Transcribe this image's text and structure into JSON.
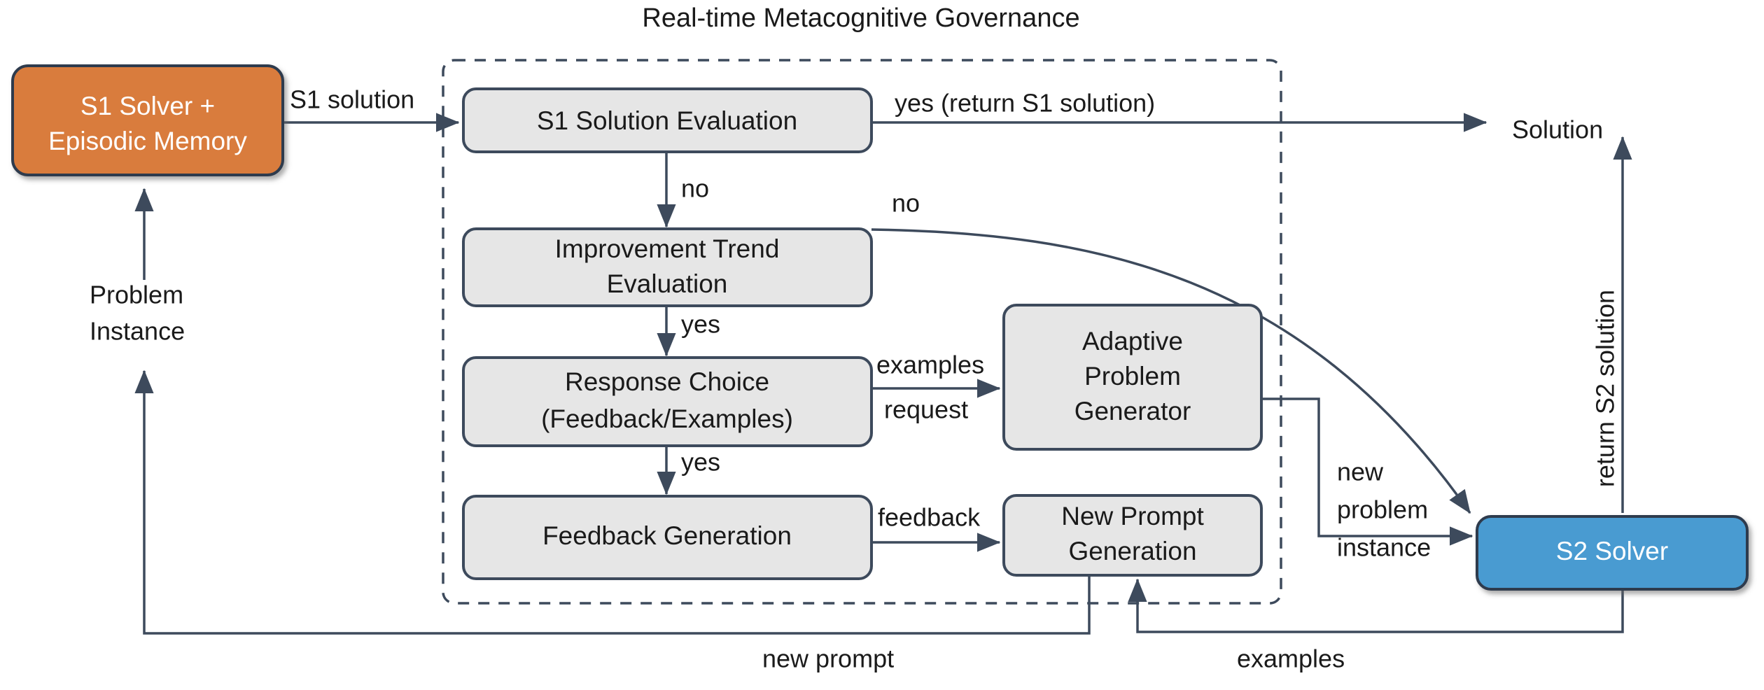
{
  "diagram": {
    "title": "Real-time Metacognitive Governance",
    "colors": {
      "s1_fill": "#D97B3C",
      "s2_fill": "#4A9BD1",
      "process_fill": "#E6E6E6",
      "stroke": "#3D4A5C",
      "text": "#1A1A1A",
      "text_on_accent": "#FFFFFF"
    },
    "nodes": {
      "s1_solver": {
        "line1": "S1 Solver +",
        "line2": "Episodic Memory"
      },
      "s1_solution_evaluation": {
        "line1": "S1 Solution Evaluation"
      },
      "improvement_trend_evaluation": {
        "line1": "Improvement Trend",
        "line2": "Evaluation"
      },
      "response_choice": {
        "line1": "Response Choice",
        "line2": "(Feedback/Examples)"
      },
      "feedback_generation": {
        "line1": "Feedback Generation"
      },
      "adaptive_problem_generator": {
        "line1": "Adaptive",
        "line2": "Problem",
        "line3": "Generator"
      },
      "new_prompt_generation": {
        "line1": "New Prompt",
        "line2": "Generation"
      },
      "s2_solver": {
        "line1": "S2 Solver"
      }
    },
    "edge_labels": {
      "s1_solution": "S1 solution",
      "yes_return_s1_solution": "yes (return S1 solution)",
      "no_eval": "no",
      "no_trend": "no",
      "yes_trend": "yes",
      "yes_choice": "yes",
      "examples": "examples",
      "request": "request",
      "feedback": "feedback",
      "new_problem_1": "new",
      "new_problem_2": "problem",
      "new_problem_3": "instance",
      "return_s2_solution": "return S2 solution",
      "new_prompt": "new prompt",
      "examples_bottom": "examples",
      "problem_instance_1": "Problem",
      "problem_instance_2": "Instance"
    },
    "terminals": {
      "solution": "Solution"
    }
  }
}
